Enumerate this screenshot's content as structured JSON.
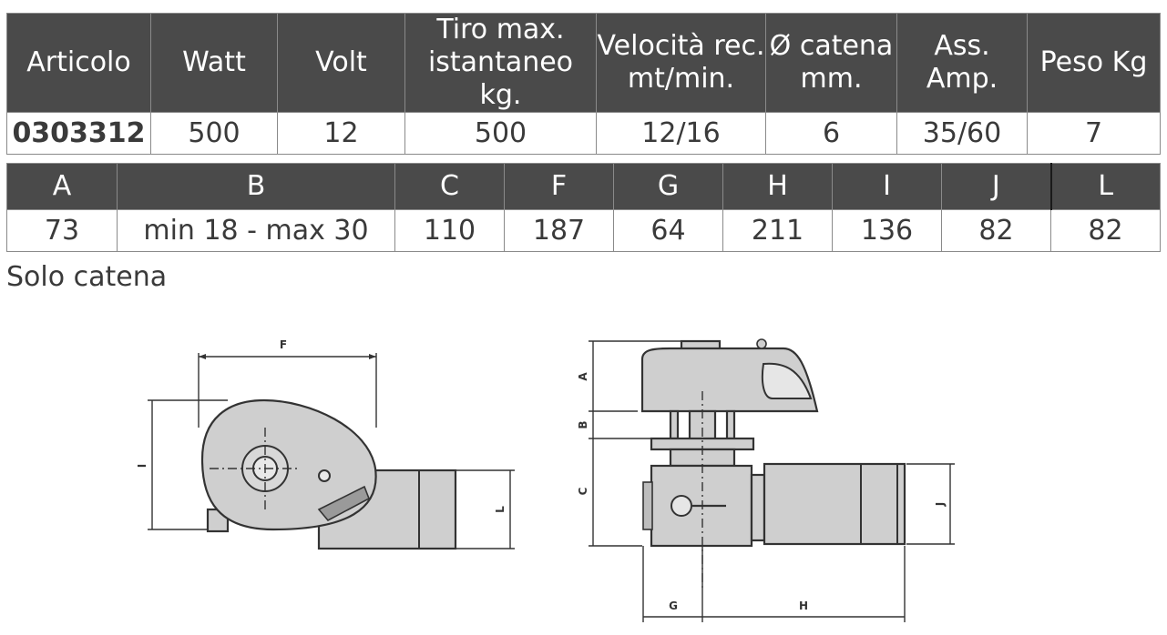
{
  "table1": {
    "headers": [
      "Articolo",
      "Watt",
      "Volt",
      "Tiro max.\nistantaneo kg.",
      "Velocità rec.\nmt/min.",
      "Ø catena\nmm.",
      "Ass.\nAmp.",
      "Peso Kg"
    ],
    "row": [
      "0303312",
      "500",
      "12",
      "500",
      "12/16",
      "6",
      "35/60",
      "7"
    ]
  },
  "table2": {
    "headers": [
      "A",
      "B",
      "C",
      "F",
      "G",
      "H",
      "I",
      "J",
      "L"
    ],
    "row": [
      "73",
      "min 18 - max 30",
      "110",
      "187",
      "64",
      "211",
      "136",
      "82",
      "82"
    ]
  },
  "note": "Solo catena",
  "drawing_labels": {
    "F": "F",
    "I": "I",
    "L": "L",
    "A": "A",
    "B": "B",
    "C": "C",
    "J": "J",
    "G": "G",
    "H": "H"
  },
  "colors": {
    "header_bg": "#4a4a4a",
    "header_text": "#ffffff",
    "text": "#3a3a3a",
    "border": "#8a8a8a"
  }
}
